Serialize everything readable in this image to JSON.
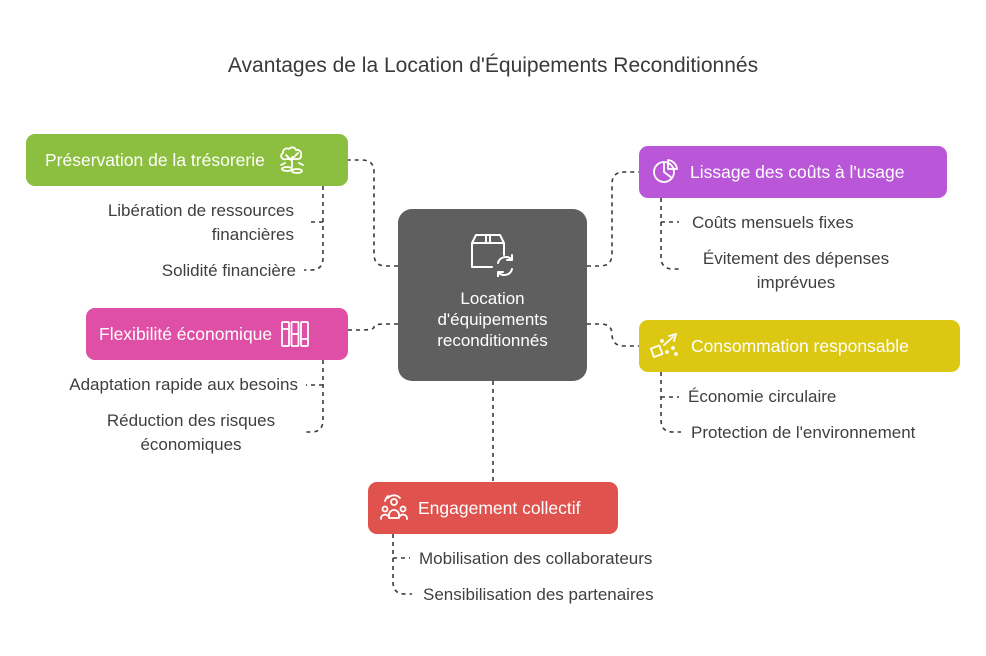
{
  "title": "Avantages de la Location d'Équipements Reconditionnés",
  "center": {
    "line1": "Location",
    "line2": "d'équipements",
    "line3": "reconditionnés",
    "icon": "box-recycle-icon"
  },
  "branches": {
    "tresorerie": {
      "label": "Préservation de la trésorerie",
      "icon": "money-tree-icon",
      "color": "#8cbf3f",
      "items": [
        {
          "line1": "Libération de ressources",
          "line2": "financières"
        },
        {
          "line1": "Solidité financière"
        }
      ]
    },
    "flexibilite": {
      "label": "Flexibilité économique",
      "icon": "columns-icon",
      "color": "#de4fa5",
      "items": [
        {
          "line1": "Adaptation rapide aux besoins"
        },
        {
          "line1": "Réduction des risques",
          "line2": "économiques"
        }
      ]
    },
    "lissage": {
      "label": "Lissage des coûts à l'usage",
      "icon": "pie-chart-icon",
      "color": "#b957d8",
      "items": [
        {
          "line1": "Coûts mensuels fixes"
        },
        {
          "line1": "Évitement des dépenses",
          "line2": "imprévues"
        }
      ]
    },
    "consommation": {
      "label": "Consommation responsable",
      "icon": "sparkle-box-icon",
      "color": "#dcc813",
      "items": [
        {
          "line1": "Économie circulaire"
        },
        {
          "line1": "Protection de l'environnement"
        }
      ]
    },
    "engagement": {
      "label": "Engagement collectif",
      "icon": "team-icon",
      "color": "#e0524d",
      "items": [
        {
          "line1": "Mobilisation des collaborateurs"
        },
        {
          "line1": "Sensibilisation des partenaires"
        }
      ]
    }
  }
}
